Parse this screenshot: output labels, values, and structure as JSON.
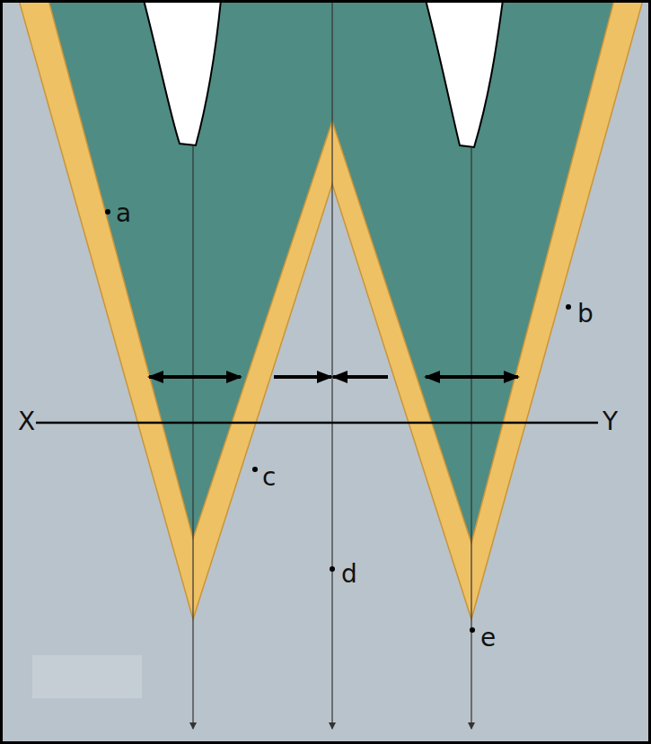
{
  "diagram": {
    "labels": [
      "a",
      "b",
      "c",
      "d",
      "e",
      "X",
      "Y"
    ]
  }
}
